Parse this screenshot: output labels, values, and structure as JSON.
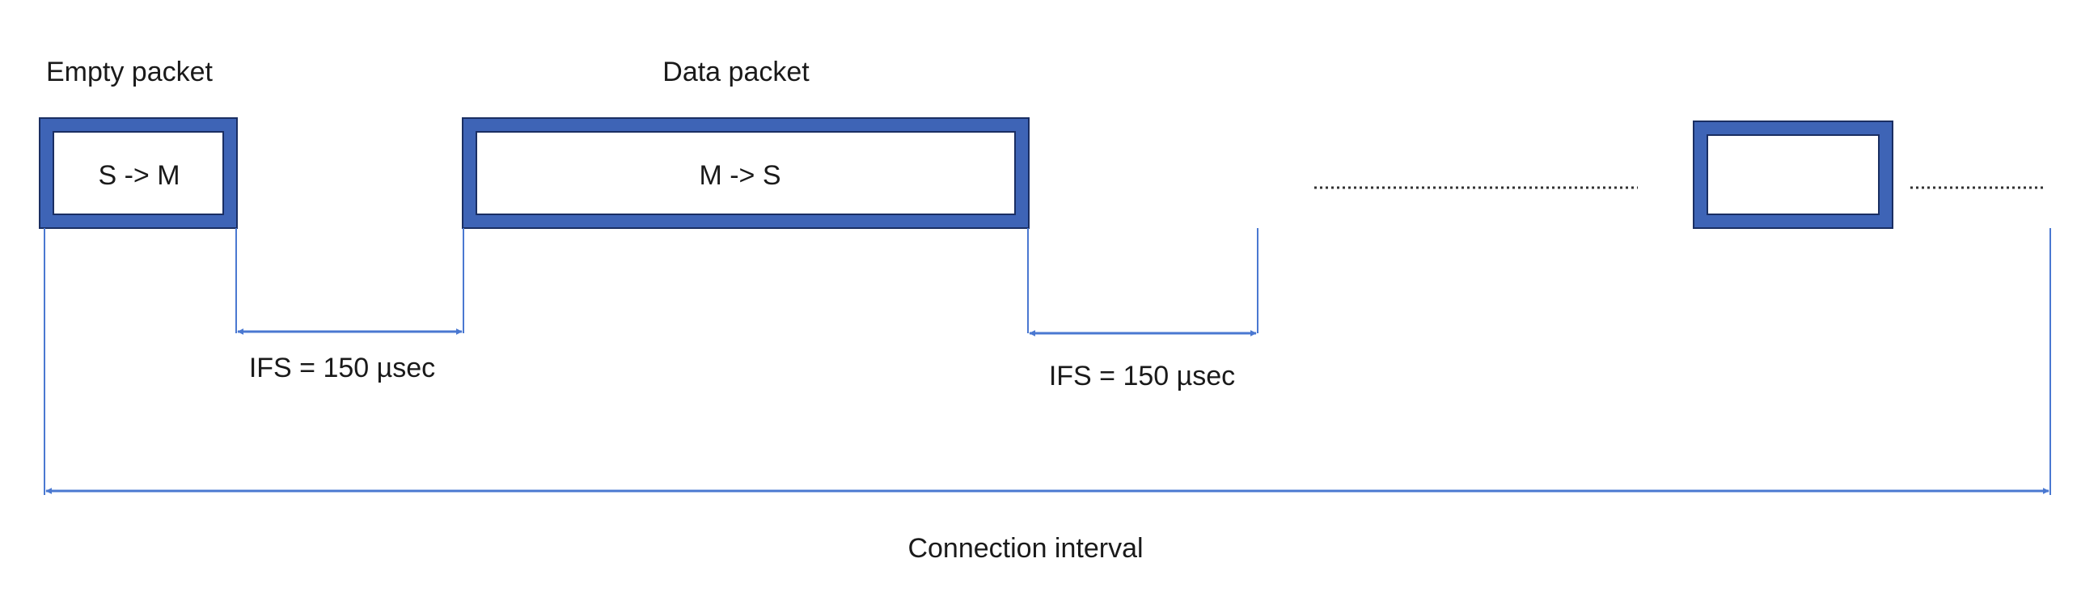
{
  "labels": {
    "empty_packet": "Empty packet",
    "data_packet": "Data packet",
    "ifs_1": "IFS = 150 µsec",
    "ifs_2": "IFS = 150 µsec",
    "connection_interval": "Connection interval"
  },
  "packets": [
    {
      "id": "empty",
      "text": "S -> M"
    },
    {
      "id": "data",
      "text": "M -> S"
    },
    {
      "id": "next",
      "text": ""
    }
  ],
  "colors": {
    "accent": "#3e64b6",
    "line": "#4a78d1",
    "text": "#1a1a1a"
  }
}
